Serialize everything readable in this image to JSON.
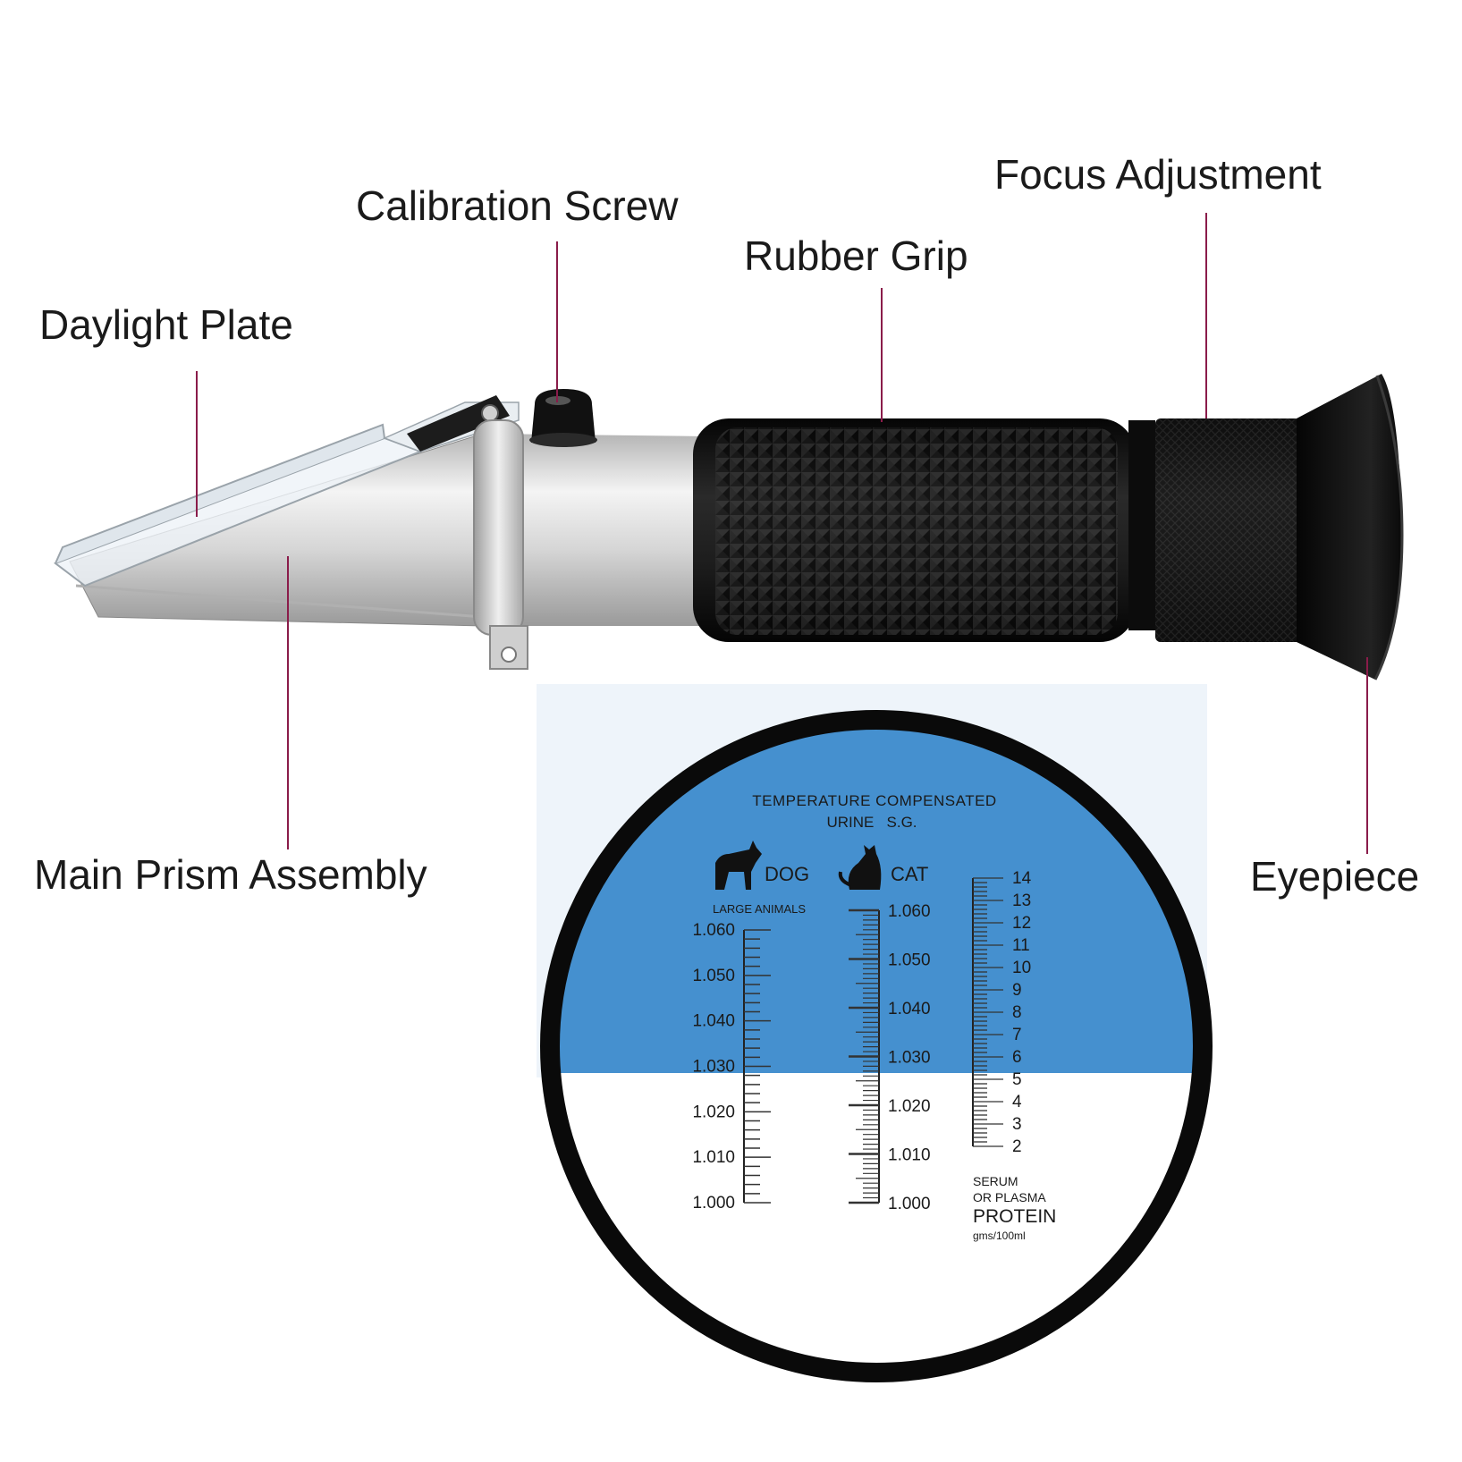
{
  "callouts": {
    "daylight_plate": "Daylight Plate",
    "calibration_screw": "Calibration Screw",
    "rubber_grip": "Rubber Grip",
    "focus_adjustment": "Focus Adjustment",
    "main_prism_assembly": "Main Prism Assembly",
    "eyepiece": "Eyepiece"
  },
  "scale": {
    "header_line1": "TEMPERATURE COMPENSATED",
    "header_line2": "URINE   S.G.",
    "dog_label": "DOG",
    "large_animals": "LARGE ANIMALS",
    "cat_label": "CAT",
    "dog_values": [
      "1.060",
      "1.050",
      "1.040",
      "1.030",
      "1.020",
      "1.010",
      "1.000"
    ],
    "cat_values": [
      "1.060",
      "1.050",
      "1.040",
      "1.030",
      "1.020",
      "1.010",
      "1.000"
    ],
    "protein_values": [
      "14",
      "13",
      "12",
      "11",
      "10",
      "9",
      "8",
      "7",
      "6",
      "5",
      "4",
      "3",
      "2"
    ],
    "serum_line1": "SERUM",
    "serum_line2": "OR PLASMA",
    "protein_label": "PROTEIN",
    "protein_unit": "gms/100ml"
  },
  "colors": {
    "leader": "#8a1c4a",
    "field_blue": "#4590cf",
    "rubber": "#161616",
    "metal": "#d9d9d9"
  }
}
